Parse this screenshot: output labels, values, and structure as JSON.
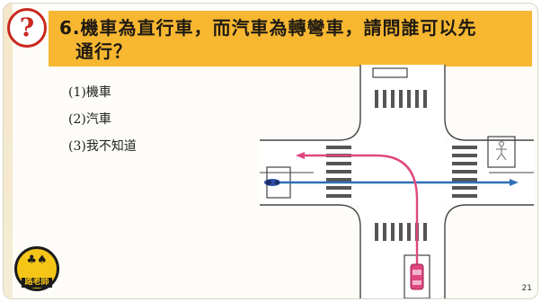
{
  "question": {
    "title_line1": "6.機車為直行車，而汽車為轉彎車，請問誰可以先",
    "title_line2": "通行？",
    "badge_symbol": "?"
  },
  "options": [
    {
      "label": "(1)機車"
    },
    {
      "label": "(2)汽車"
    },
    {
      "label": "(3)我不知道"
    }
  ],
  "diagram": {
    "car_path_color": "#e0477f",
    "motorcycle_path_color": "#2f6fb5",
    "car_color": "#e0477f",
    "motorcycle_color": "#2f4fa8",
    "road_color": "#ffffff",
    "line_color": "#444444",
    "crosswalk_color": "#555555",
    "pedestrian_icon": "pedestrian-signal-icon"
  },
  "logo": {
    "word": "路老師"
  },
  "page_number": "21",
  "colors": {
    "title_bg": "#f7b731",
    "badge_ring": "#c8281e"
  }
}
